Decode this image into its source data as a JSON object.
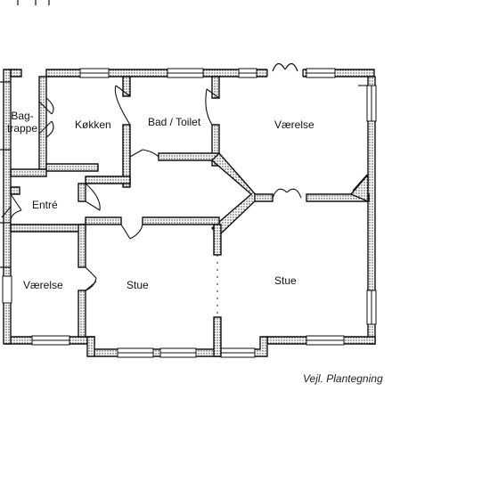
{
  "plan": {
    "caption": "Vejl. Plantegning",
    "rooms": {
      "bagtrappe_line1": "Bag-",
      "bagtrappe_line2": "trappe",
      "kokken": "Køkken",
      "bad_toilet": "Bad / Toilet",
      "vaerelse_top": "Værelse",
      "entre": "Entré",
      "vaerelse_left": "Værelse",
      "stue_left": "Stue",
      "stue_right": "Stue"
    }
  }
}
